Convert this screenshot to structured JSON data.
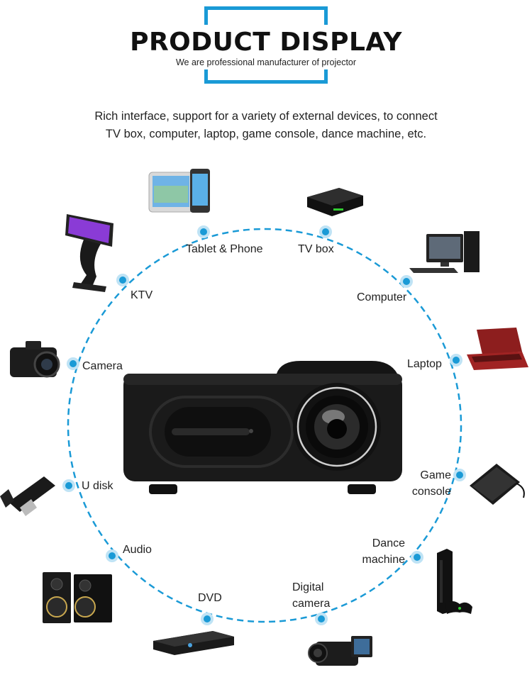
{
  "header": {
    "title": "PRODUCT DISPLAY",
    "subtitle": "We are professional manufacturer of projector",
    "accent_color": "#1a9ad6"
  },
  "intro": {
    "line1": "Rich interface, support for a variety of external devices, to connect",
    "line2": "TV box, computer, laptop, game console, dance machine, etc."
  },
  "center_product": "mini-projector",
  "devices": [
    {
      "label": "Tablet & Phone",
      "icon": "tablet-phone-icon"
    },
    {
      "label": "TV box",
      "icon": "tv-box-icon"
    },
    {
      "label": "Computer",
      "icon": "desktop-computer-icon"
    },
    {
      "label": "Laptop",
      "icon": "laptop-icon"
    },
    {
      "label1": "Game",
      "label2": "console",
      "icon": "external-drive-icon"
    },
    {
      "label1": "Dance",
      "label2": "machine",
      "icon": "game-console-icon"
    },
    {
      "label1": "Digital",
      "label2": "camera",
      "icon": "camcorder-icon"
    },
    {
      "label": "DVD",
      "icon": "dvd-player-icon"
    },
    {
      "label": "Audio",
      "icon": "speakers-icon"
    },
    {
      "label": "U disk",
      "icon": "usb-drive-icon"
    },
    {
      "label": "Camera",
      "icon": "dslr-camera-icon"
    },
    {
      "label": "KTV",
      "icon": "ktv-kiosk-icon"
    }
  ]
}
